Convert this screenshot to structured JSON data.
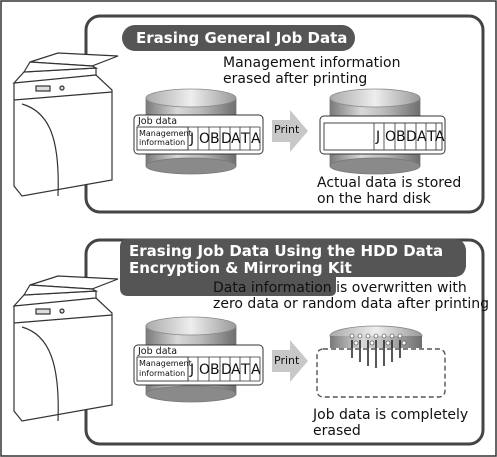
{
  "panel_top": {
    "title": "Erasing General Job Data",
    "note_line1": "Management information",
    "note_line2": "erased after printing",
    "job_data_label": "Job data",
    "mgmt_line1": "Management",
    "mgmt_line2": "information",
    "job_letters": [
      "J",
      "O",
      "B",
      "D",
      "A",
      "T",
      "A"
    ],
    "arrow_label": "Print",
    "after_letters": [
      "J",
      "O",
      "B",
      "D",
      "A",
      "T",
      "A"
    ],
    "caption_line1": "Actual data is stored",
    "caption_line2": "on the hard disk"
  },
  "panel_bottom": {
    "title_line1": "Erasing Job Data Using the HDD Data",
    "title_line2": "Encryption & Mirroring Kit",
    "note_line1": "Data information is overwritten with",
    "note_line2": "zero data or random data after printing",
    "job_data_label": "Job data",
    "mgmt_line1": "Management",
    "mgmt_line2": "information",
    "job_letters": [
      "J",
      "O",
      "B",
      "D",
      "A",
      "T",
      "A"
    ],
    "arrow_label": "Print",
    "caption_line1": "Job data is completely",
    "caption_line2": "erased"
  },
  "colors": {
    "title_bar": "#555555",
    "border": "#333333",
    "disk_dark": "#9a9a9a",
    "disk_light": "#dcdcdc",
    "arrow": "#c8c8c8"
  }
}
